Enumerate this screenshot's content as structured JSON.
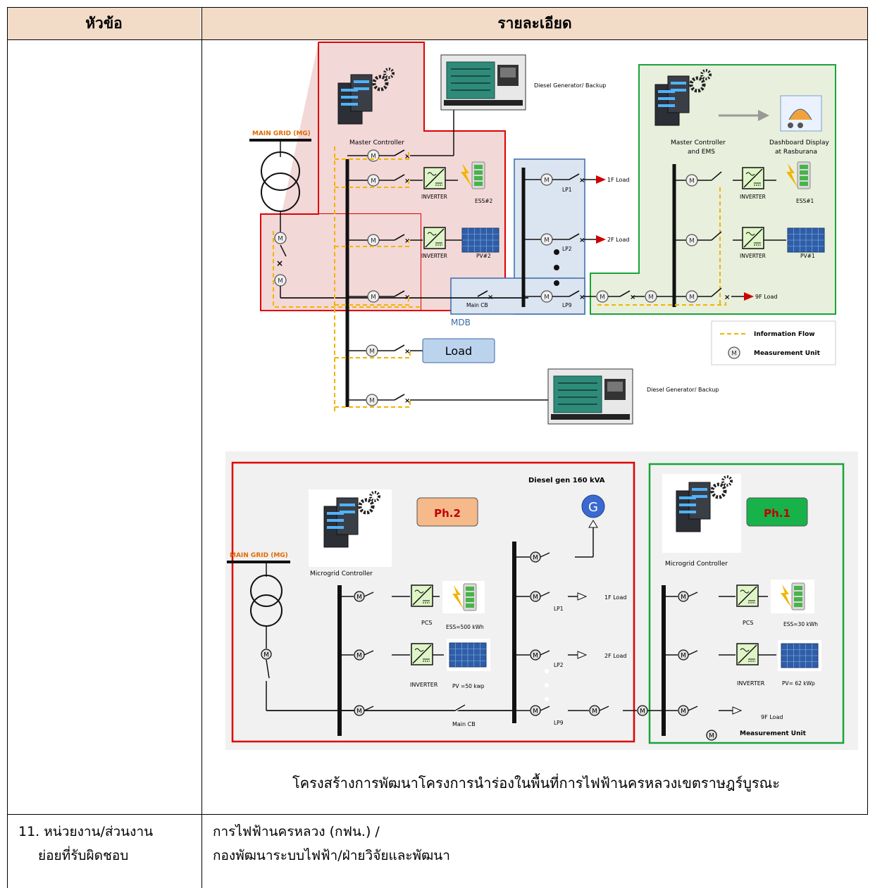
{
  "table": {
    "header": {
      "topic": "หัวข้อ",
      "details": "รายละเอียด"
    },
    "row11": {
      "topic_line1": "11. หน่วยงาน/ส่วนงาน",
      "topic_line2": "ย่อยที่รับผิดชอบ",
      "details_line1": "การไฟฟ้านครหลวง (กฟน.) /",
      "details_line2": "กองพัฒนาระบบไฟฟ้า/ฝ่ายวิจัยและพัฒนา"
    }
  },
  "diagram1": {
    "main_grid": "MAIN GRID (MG)",
    "master_controller": "Master Controller",
    "diesel_top": "Diesel Generator/ Backup",
    "diesel_bottom": "Diesel Generator/ Backup",
    "inverter": "INVERTER",
    "ess2": "ESS#2",
    "pv2": "PV#2",
    "ess1": "ESS#1",
    "pv1": "PV#1",
    "main_cb": "Main CB",
    "mdb": "MDB",
    "lp1": "LP1",
    "lp2": "LP2",
    "lp9": "LP9",
    "load_1f": "1F Load",
    "load_2f": "2F Load",
    "load_9f": "9F Load",
    "load_box": "Load",
    "ems_line1": "Master Controller",
    "ems_line2": "and EMS",
    "dashboard_line1": "Dashboard Display",
    "dashboard_line2": "at Rasburana",
    "legend_info": "Information Flow",
    "legend_meas": "Measurement Unit",
    "m_symbol": "M"
  },
  "diagram2": {
    "main_grid": "MAIN GRID (MG)",
    "microgrid_controller_left": "Microgrid Controller",
    "microgrid_controller_right": "Microgrid Controller",
    "ph2": "Ph.2",
    "ph1": "Ph.1",
    "diesel": "Diesel gen 160 kVA",
    "g": "G",
    "pcs_left": "PCS",
    "pcs_right": "PCS",
    "ess_left": "ESS=500 kWh",
    "ess_right": "ESS=30 kWh",
    "inverter_left": "INVERTER",
    "inverter_right": "INVERTER",
    "pv_left": "PV =50 kwp",
    "pv_right": "PV= 62 kWp",
    "main_cb": "Main CB",
    "lp1": "LP1",
    "lp2": "LP2",
    "lp9": "LP9",
    "load_1f": "1F Load",
    "load_2f": "2F Load",
    "load_9f": "9F Load",
    "measurement_unit": "Measurement Unit",
    "m_symbol": "M"
  },
  "caption": "โครงสร้างการพัฒนาโครงการนำร่องในพื้นที่การไฟฟ้านครหลวงเขตราษฎร์บูรณะ",
  "colors": {
    "header_fill": "#f2dbc7",
    "phase2_box": "#e00000",
    "phase1_box": "#1aa33a",
    "info_flow": "#f0b400",
    "mdb_box": "#3a6aa8"
  }
}
